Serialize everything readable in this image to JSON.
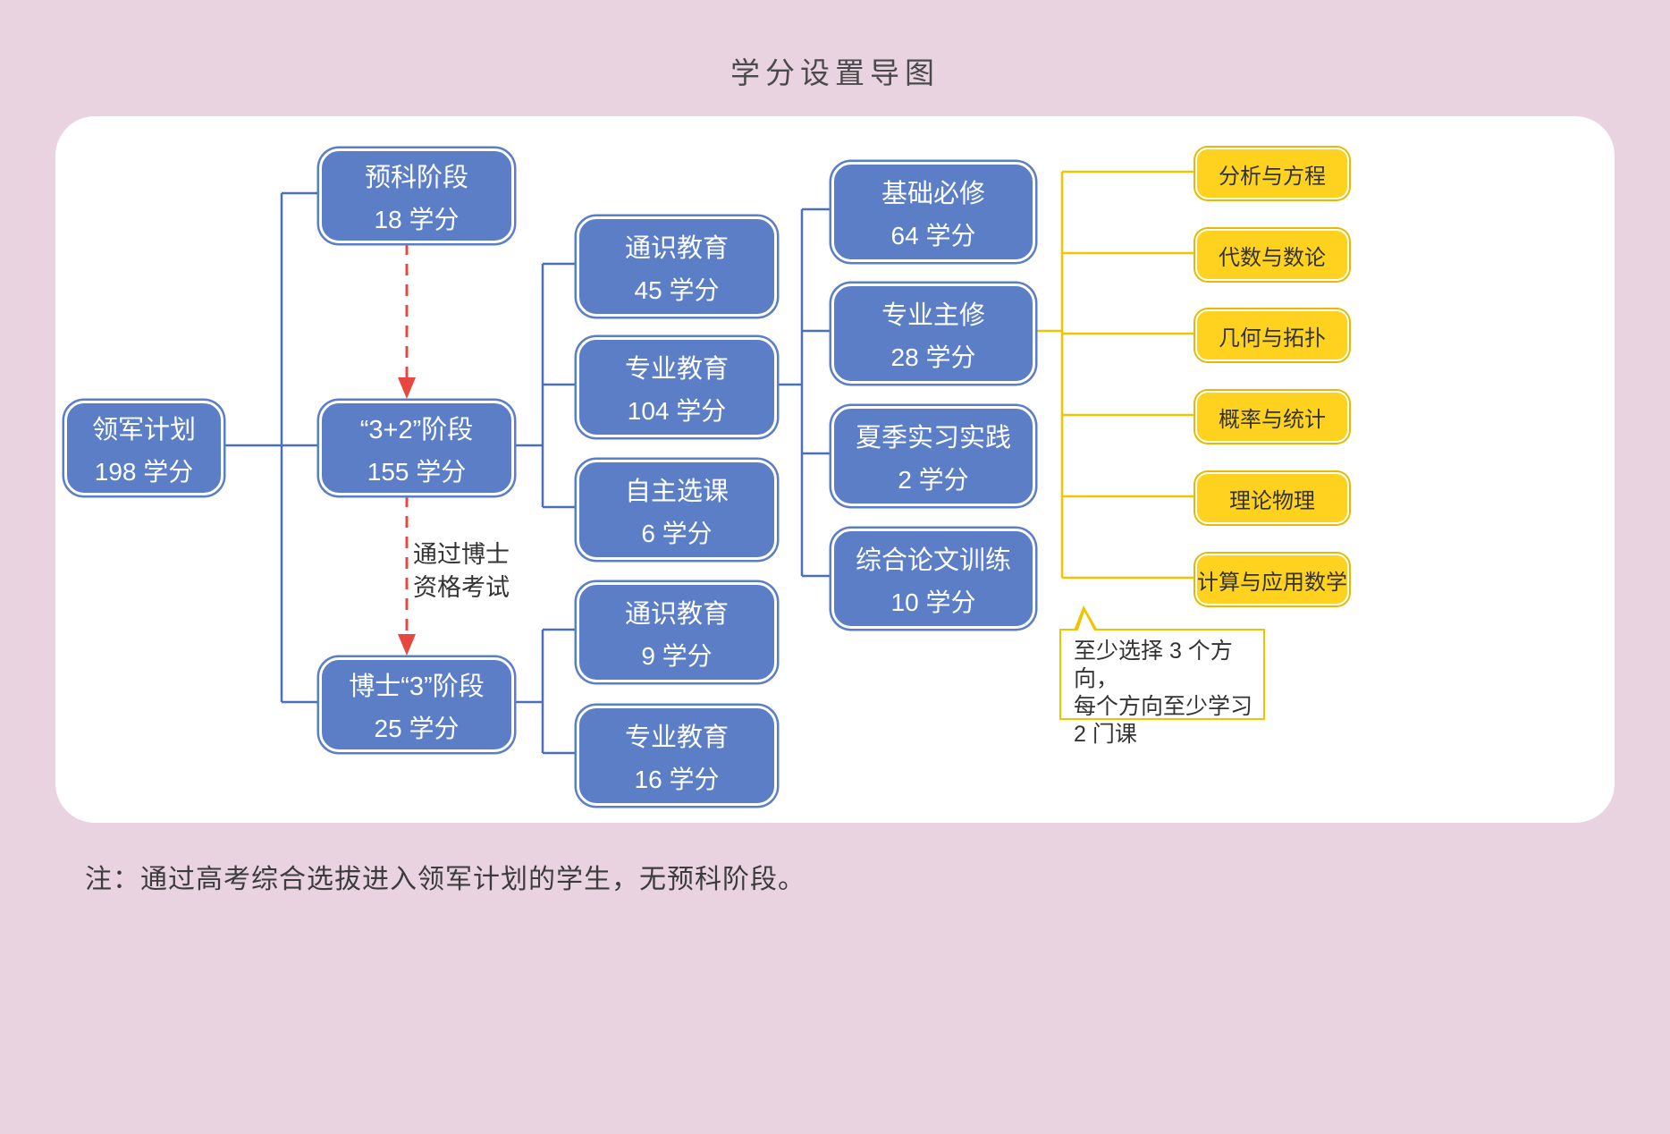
{
  "title": "学分设置导图",
  "footnote": "注：通过高考综合选拔进入领军计划的学生，无预科阶段。",
  "arrow_label": {
    "line1": "通过博士",
    "line2": "资格考试"
  },
  "nodes": {
    "root": {
      "title": "领军计划",
      "credits": "198 学分"
    },
    "prep": {
      "title": "预科阶段",
      "credits": "18 学分"
    },
    "stage32": {
      "title": "“3+2”阶段",
      "credits": "155 学分"
    },
    "phd": {
      "title": "博士“3”阶段",
      "credits": "25 学分"
    },
    "general45": {
      "title": "通识教育",
      "credits": "45 学分"
    },
    "major104": {
      "title": "专业教育",
      "credits": "104 学分"
    },
    "elective6": {
      "title": "自主选课",
      "credits": "6 学分"
    },
    "general9": {
      "title": "通识教育",
      "credits": "9 学分"
    },
    "major16": {
      "title": "专业教育",
      "credits": "16 学分"
    },
    "basic64": {
      "title": "基础必修",
      "credits": "64 学分"
    },
    "majorcore28": {
      "title": "专业主修",
      "credits": "28 学分"
    },
    "summer2": {
      "title": "夏季实习实践",
      "credits": "2 学分"
    },
    "thesis10": {
      "title": "综合论文训练",
      "credits": "10 学分"
    }
  },
  "directions": [
    "分析与方程",
    "代数与数论",
    "几何与拓扑",
    "概率与统计",
    "理论物理",
    "计算与应用数学"
  ],
  "callout": {
    "line1": "至少选择 3 个方向，",
    "line2": "每个方向至少学习",
    "line3": "2 门课"
  },
  "colors": {
    "background": "#e9d3e1",
    "panel": "#ffffff",
    "node_blue": "#5b7ec6",
    "node_yellow": "#ffd21f",
    "yellow_border": "#e5ba00",
    "connector_blue": "#4a70ba",
    "connector_yellow": "#f2c400",
    "arrow_red": "#e8473f"
  }
}
